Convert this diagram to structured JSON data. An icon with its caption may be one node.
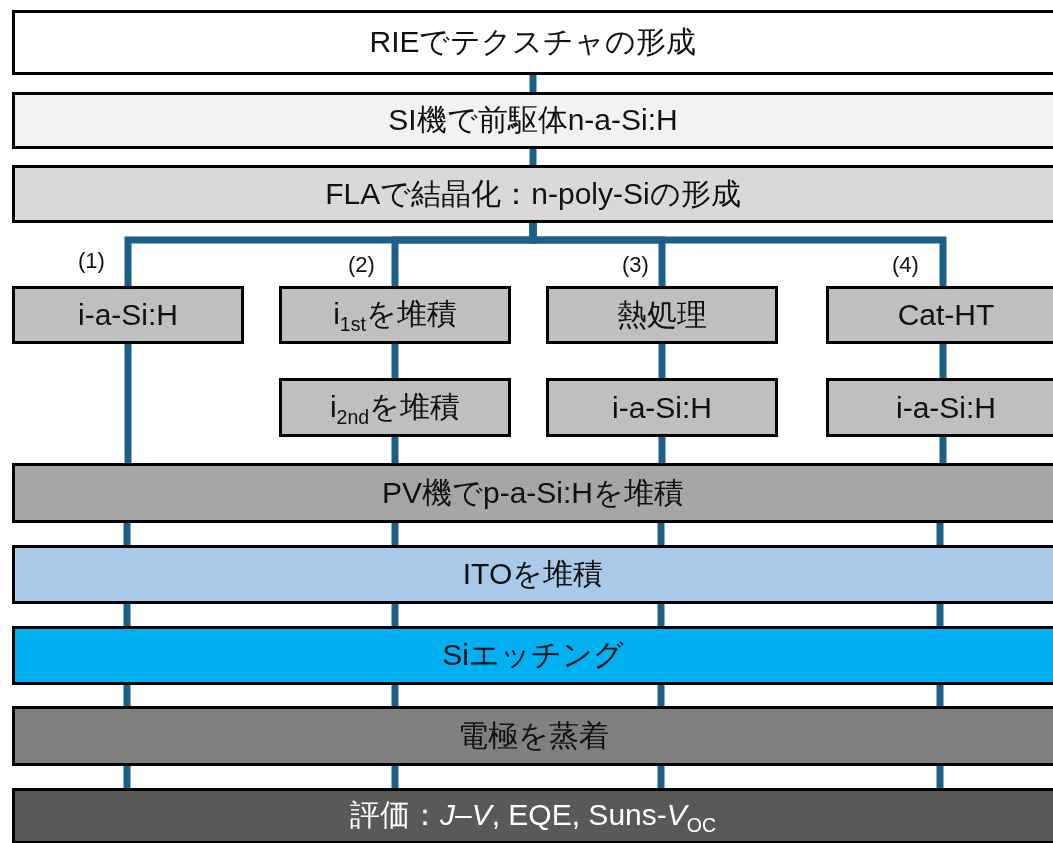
{
  "diagram": {
    "nodes": [
      {
        "text": [
          "RIEでテクスチャの形成"
        ]
      },
      {
        "text": [
          "SI機で前駆体n-a-Si:H"
        ]
      },
      {
        "text": [
          "FLAで結晶化：n-poly-Siの形成"
        ]
      },
      {
        "text": [
          "i-a-Si:H"
        ]
      },
      {
        "text": [
          "i$_{1st}$を堆積"
        ]
      },
      {
        "text": [
          "熱処理"
        ]
      },
      {
        "text": [
          "Cat-HT"
        ]
      },
      {
        "text": [
          "i$_{2nd}$を堆積"
        ]
      },
      {
        "text": [
          "i-a-Si:H"
        ]
      },
      {
        "text": [
          "i-a-Si:H"
        ]
      },
      {
        "text": [
          "PV機でp-a-Si:Hを堆積"
        ]
      },
      {
        "text": [
          "ITOを堆積"
        ]
      },
      {
        "text": [
          "Siエッチング"
        ]
      },
      {
        "text": [
          "電極を蒸着"
        ]
      },
      {
        "text": [
          "評価：*J–V*, EQE, Suns-*V*$_{OC}$"
        ]
      }
    ],
    "edges": [
      {
        "from": 0,
        "to": 1,
        "arrow": "none"
      },
      {
        "from": 1,
        "to": 2,
        "arrow": "none"
      },
      {
        "from": 2,
        "to": 3,
        "arrow": "none"
      },
      {
        "from": 2,
        "to": 4,
        "arrow": "none"
      },
      {
        "from": 2,
        "to": 5,
        "arrow": "none"
      },
      {
        "from": 2,
        "to": 6,
        "arrow": "none"
      },
      {
        "from": 4,
        "to": 7,
        "arrow": "none"
      },
      {
        "from": 5,
        "to": 8,
        "arrow": "none"
      },
      {
        "from": 6,
        "to": 9,
        "arrow": "none"
      },
      {
        "from": 3,
        "to": 10,
        "arrow": "none"
      },
      {
        "from": 7,
        "to": 10,
        "arrow": "none"
      },
      {
        "from": 8,
        "to": 10,
        "arrow": "none"
      },
      {
        "from": 9,
        "to": 10,
        "arrow": "none"
      },
      {
        "from": 10,
        "to": 11,
        "arrow": "none"
      },
      {
        "from": 10,
        "to": 11,
        "arrow": "none"
      },
      {
        "from": 10,
        "to": 11,
        "arrow": "none"
      },
      {
        "from": 10,
        "to": 11,
        "arrow": "none"
      },
      {
        "from": 11,
        "to": 12,
        "arrow": "none"
      },
      {
        "from": 11,
        "to": 12,
        "arrow": "none"
      },
      {
        "from": 11,
        "to": 12,
        "arrow": "none"
      },
      {
        "from": 11,
        "to": 12,
        "arrow": "none"
      },
      {
        "from": 12,
        "to": 13,
        "arrow": "none"
      },
      {
        "from": 12,
        "to": 13,
        "arrow": "none"
      },
      {
        "from": 12,
        "to": 13,
        "arrow": "none"
      },
      {
        "from": 12,
        "to": 13,
        "arrow": "none"
      },
      {
        "from": 13,
        "to": 14,
        "arrow": "none"
      },
      {
        "from": 13,
        "to": 14,
        "arrow": "none"
      },
      {
        "from": 13,
        "to": 14,
        "arrow": "none"
      },
      {
        "from": 13,
        "to": 14,
        "arrow": "none"
      }
    ],
    "labels": [
      "(1)",
      "(2)",
      "(3)",
      "(4)"
    ]
  }
}
